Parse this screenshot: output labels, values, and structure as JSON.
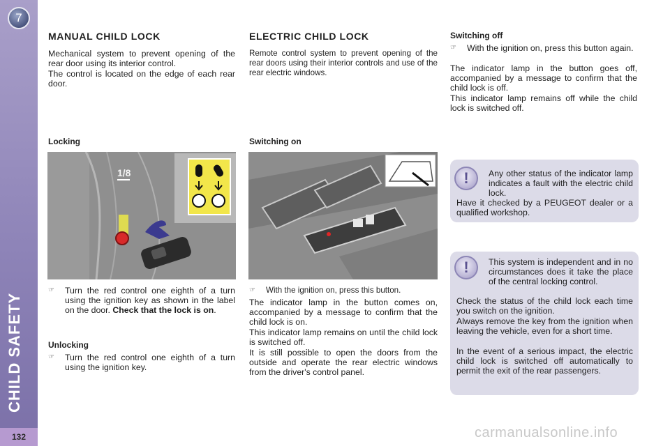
{
  "sidebar": {
    "chapter_number": "7",
    "chapter_title": "CHILD SAFETY",
    "page_number": "132"
  },
  "manual": {
    "title": "MANUAL CHILD LOCK",
    "intro_1": "Mechanical system to prevent opening of the rear door using its interior control.",
    "intro_2": "The control is located on the edge of each rear door.",
    "locking_heading": "Locking",
    "locking_text": "Turn the red control one eighth of a turn using the ignition key as shown in the label on the door.",
    "locking_bold": "Check that the lock is on",
    "locking_end": ".",
    "unlocking_heading": "Unlocking",
    "unlocking_text": "Turn the red control one eighth of a turn using the ignition key.",
    "label_fraction": "1/8"
  },
  "electric": {
    "title": "ELECTRIC CHILD LOCK",
    "intro": "Remote control system to prevent opening of the rear doors using their interior controls and use of the rear electric windows.",
    "switching_on_heading": "Switching on",
    "switching_on_bullet": "With the ignition on, press this button.",
    "p1": "The indicator lamp in the button comes on, accompanied by a message to confirm that the child lock is on.",
    "p2": "This indicator lamp remains on until the child lock is switched off.",
    "p3": "It is still possible to open the doors from the outside and operate the rear electric windows from the driver's control panel."
  },
  "switching_off": {
    "heading": "Switching off",
    "bullet": "With the ignition on, press this button again.",
    "p1": "The indicator lamp in the button goes off, accompanied by a message to confirm that the child lock is off.",
    "p2": "This indicator lamp remains off while the child lock is switched off."
  },
  "warning1": {
    "text": "Any other status of the indicator lamp indicates a fault with the electric child lock.",
    "text2": "Have it checked by a PEUGEOT dealer or a qualified workshop."
  },
  "warning2": {
    "text": "This system is independent and in no circumstances does it take the place of the central locking control.",
    "p1": "Check the status of the child lock each time you switch on the ignition.",
    "p2": "Always remove the key from the ignition when leaving the vehicle, even for a short time.",
    "p3": "In the event of a serious impact, the electric child lock is switched off automatically to permit the exit of the rear passengers."
  },
  "bullet_marker": "☞",
  "warning_glyph": "!",
  "watermark": "carmanualsonline.info"
}
